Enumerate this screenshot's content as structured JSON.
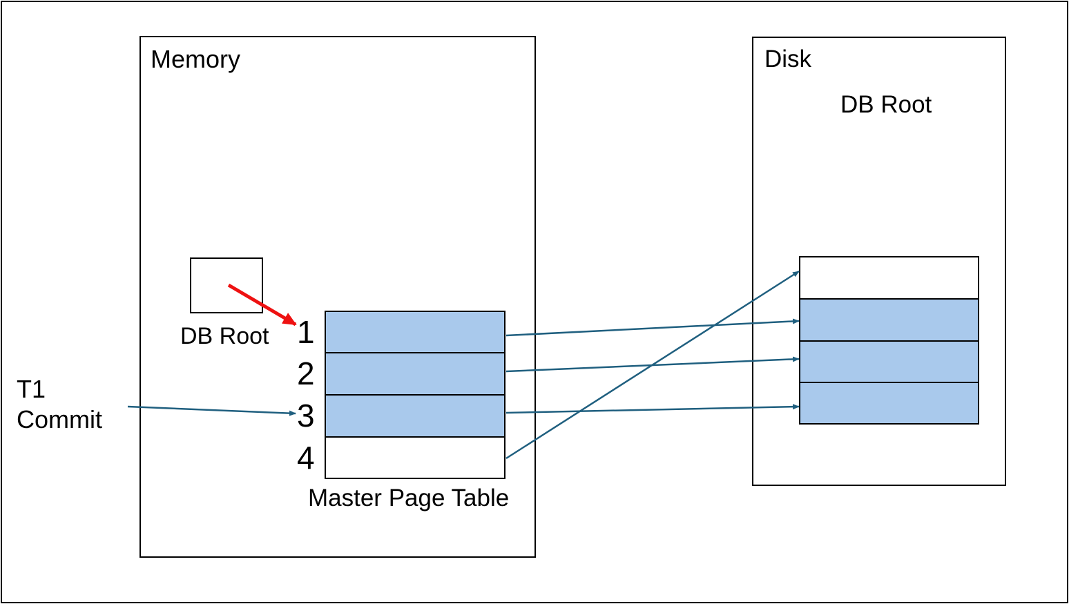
{
  "memory": {
    "title": "Memory",
    "db_root_label": "DB Root",
    "table_label": "Master Page Table",
    "rows": [
      {
        "number": "1",
        "filled": true
      },
      {
        "number": "2",
        "filled": true
      },
      {
        "number": "3",
        "filled": true
      },
      {
        "number": "4",
        "filled": false
      }
    ]
  },
  "disk": {
    "title": "Disk",
    "db_root_label": "DB Root",
    "rows": [
      {
        "filled": false
      },
      {
        "filled": true
      },
      {
        "filled": true
      },
      {
        "filled": true
      }
    ]
  },
  "transaction": {
    "line1": "T1",
    "line2": "Commit"
  },
  "colors": {
    "fill": "#a9c9ec",
    "arrow": "#1f5f7f",
    "highlight_arrow": "#ee1111",
    "border": "#000000"
  }
}
